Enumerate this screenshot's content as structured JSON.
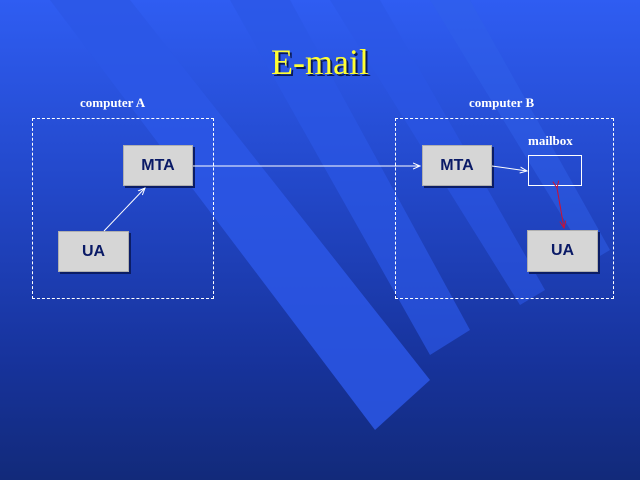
{
  "title": "E-mail",
  "computers": [
    {
      "label": "computer A"
    },
    {
      "label": "computer B"
    }
  ],
  "nodes": {
    "mta_a": "MTA",
    "ua_a": "UA",
    "mta_b": "MTA",
    "ua_b": "UA"
  },
  "mailbox": {
    "label": "mailbox"
  },
  "colors": {
    "title": "#ffff33",
    "node_bg": "#d6d6d6",
    "node_text": "#0a1a66",
    "arrow": "#ffffff",
    "mailbox_link": "#cc1133"
  }
}
